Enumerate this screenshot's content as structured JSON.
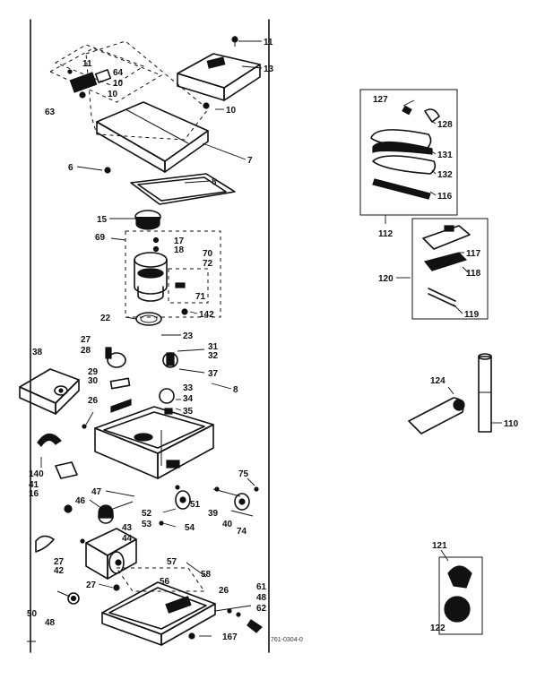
{
  "labels": {
    "l11a": "11",
    "l13": "13",
    "l11b": "11",
    "l64": "64",
    "l10a": "10",
    "l10b": "10",
    "l63": "63",
    "l10c": "10",
    "l7": "7",
    "l6": "6",
    "l8a": "8",
    "l15": "15",
    "l69": "69",
    "l17": "17",
    "l18": "18",
    "l70": "70",
    "l72": "72",
    "l71": "71",
    "l142": "142",
    "l22": "22",
    "l23": "23",
    "l27a": "27",
    "l28": "28",
    "l31": "31",
    "l32": "32",
    "l38": "38",
    "l29": "29",
    "l30": "30",
    "l37": "37",
    "l8b": "8",
    "l33": "33",
    "l34": "34",
    "l26a": "26",
    "l35": "35",
    "l140": "140",
    "l41": "41",
    "l16": "16",
    "l75": "75",
    "l47": "47",
    "l46": "46",
    "l52": "52",
    "l51": "51",
    "l39": "39",
    "l53": "53",
    "l54": "54",
    "l40": "40",
    "l74": "74",
    "l27b": "27",
    "l43": "43",
    "l44": "44",
    "l42": "42",
    "l57": "57",
    "l27c": "27",
    "l58": "58",
    "l56": "56",
    "l26b": "26",
    "l61": "61",
    "l48a": "48",
    "l62": "62",
    "l50": "50",
    "l48b": "48",
    "l167": "167",
    "l127": "127",
    "l128": "128",
    "l131": "131",
    "l132": "132",
    "l116": "116",
    "l112": "112",
    "l117": "117",
    "l118": "118",
    "l120": "120",
    "l119": "119",
    "l124": "124",
    "l110": "110",
    "l121": "121",
    "l122": "122",
    "footer_code": "761-0304-0"
  }
}
